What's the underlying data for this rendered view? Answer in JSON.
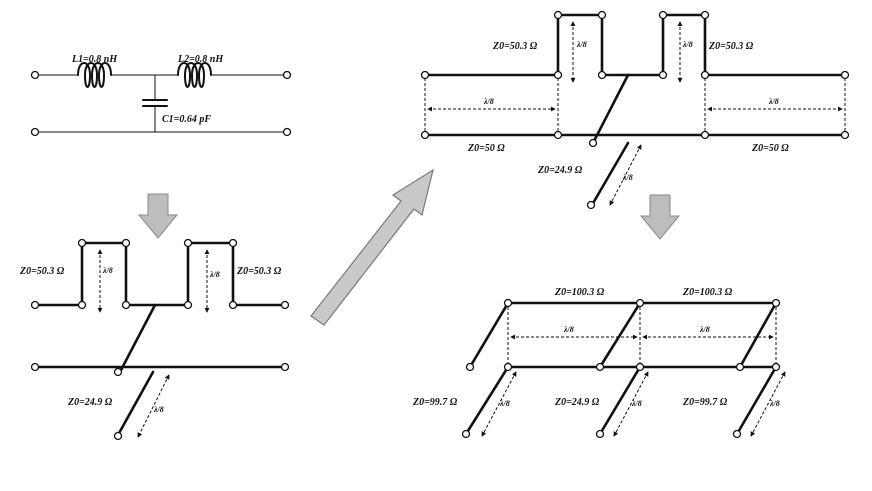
{
  "lumped": {
    "l1": "L1=0.8 nH",
    "l2": "L2=0.8 nH",
    "c1": "C1=0.64 pF"
  },
  "stub_circuit": {
    "z_left": "Z0=50.3 Ω",
    "z_right": "Z0=50.3 Ω",
    "z_bottom": "Z0=24.9 Ω",
    "len_left": "λ/8",
    "len_right": "λ/8",
    "len_bottom": "λ/8"
  },
  "expanded_circuit": {
    "z_top_left": "Z0=50.3 Ω",
    "z_top_right": "Z0=50.3 Ω",
    "z_line_left": "Z0=50 Ω",
    "z_line_right": "Z0=50 Ω",
    "z_bottom": "Z0=24.9 Ω",
    "len_stub_left": "λ/8",
    "len_stub_right": "λ/8",
    "len_line_left": "λ/8",
    "len_line_right": "λ/8",
    "len_bottom": "λ/8"
  },
  "final_circuit": {
    "z_top_left": "Z0=100.3 Ω",
    "z_top_right": "Z0=100.3 Ω",
    "z_bottom_left": "Z0=99.7 Ω",
    "z_bottom_mid": "Z0=24.9 Ω",
    "z_bottom_right": "Z0=99.7 Ω",
    "len_top_left": "λ/8",
    "len_top_right": "λ/8",
    "len_b1": "λ/8",
    "len_b2": "λ/8",
    "len_b3": "λ/8"
  }
}
